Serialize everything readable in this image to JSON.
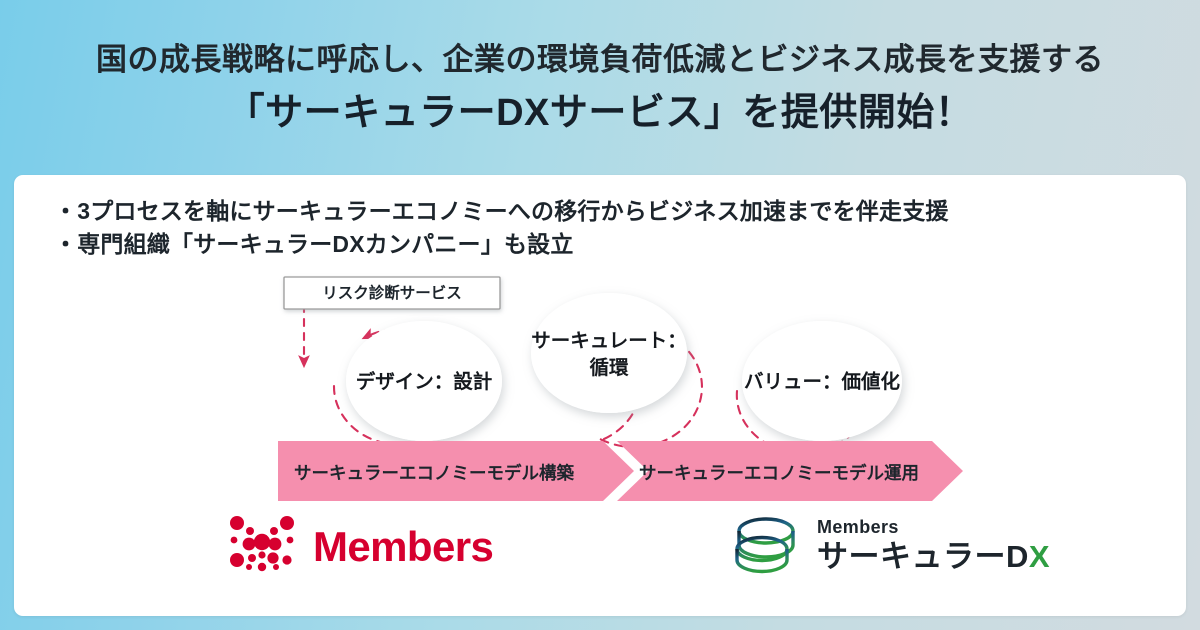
{
  "background": {
    "gradient_from": "#79cdea",
    "gradient_to": "#d2dbe0"
  },
  "headline": {
    "line1": "国の成長戦略に呼応し、企業の環境負荷低減とビジネス成長を支援する",
    "line2": "「サーキュラーDXサービス」を提供開始！"
  },
  "card": {
    "background": "#ffffff",
    "bullets": [
      "・3プロセスを軸にサーキュラーエコノミーへの移行からビジネス加速までを伴走支援",
      "・専門組織「サーキュラーDXカンパニー」も設立"
    ]
  },
  "diagram": {
    "callout_box": "リスク診断サービス",
    "accent_color": "#d6315c",
    "nodes": [
      {
        "id": "design",
        "label_line1": "デザイン：設計",
        "label_line2": ""
      },
      {
        "id": "circulate",
        "label_line1": "サーキュレート：",
        "label_line2": "循環"
      },
      {
        "id": "value",
        "label_line1": "バリュー：価値化",
        "label_line2": ""
      }
    ],
    "banner": {
      "color": "#f58fae",
      "segments": [
        "サーキュラーエコノミーモデル構築",
        "サーキュラーエコノミーモデル運用"
      ]
    }
  },
  "logos": {
    "members": {
      "wordmark": "Members",
      "color": "#d6002f",
      "mark": "members-dots-icon"
    },
    "circular_dx": {
      "top_label": "Members",
      "main_label": "サーキュラー",
      "main_accent_d": "D",
      "main_accent_x": "X",
      "mark": "circular-rings-icon",
      "accent_color": "#2f9e42"
    }
  }
}
